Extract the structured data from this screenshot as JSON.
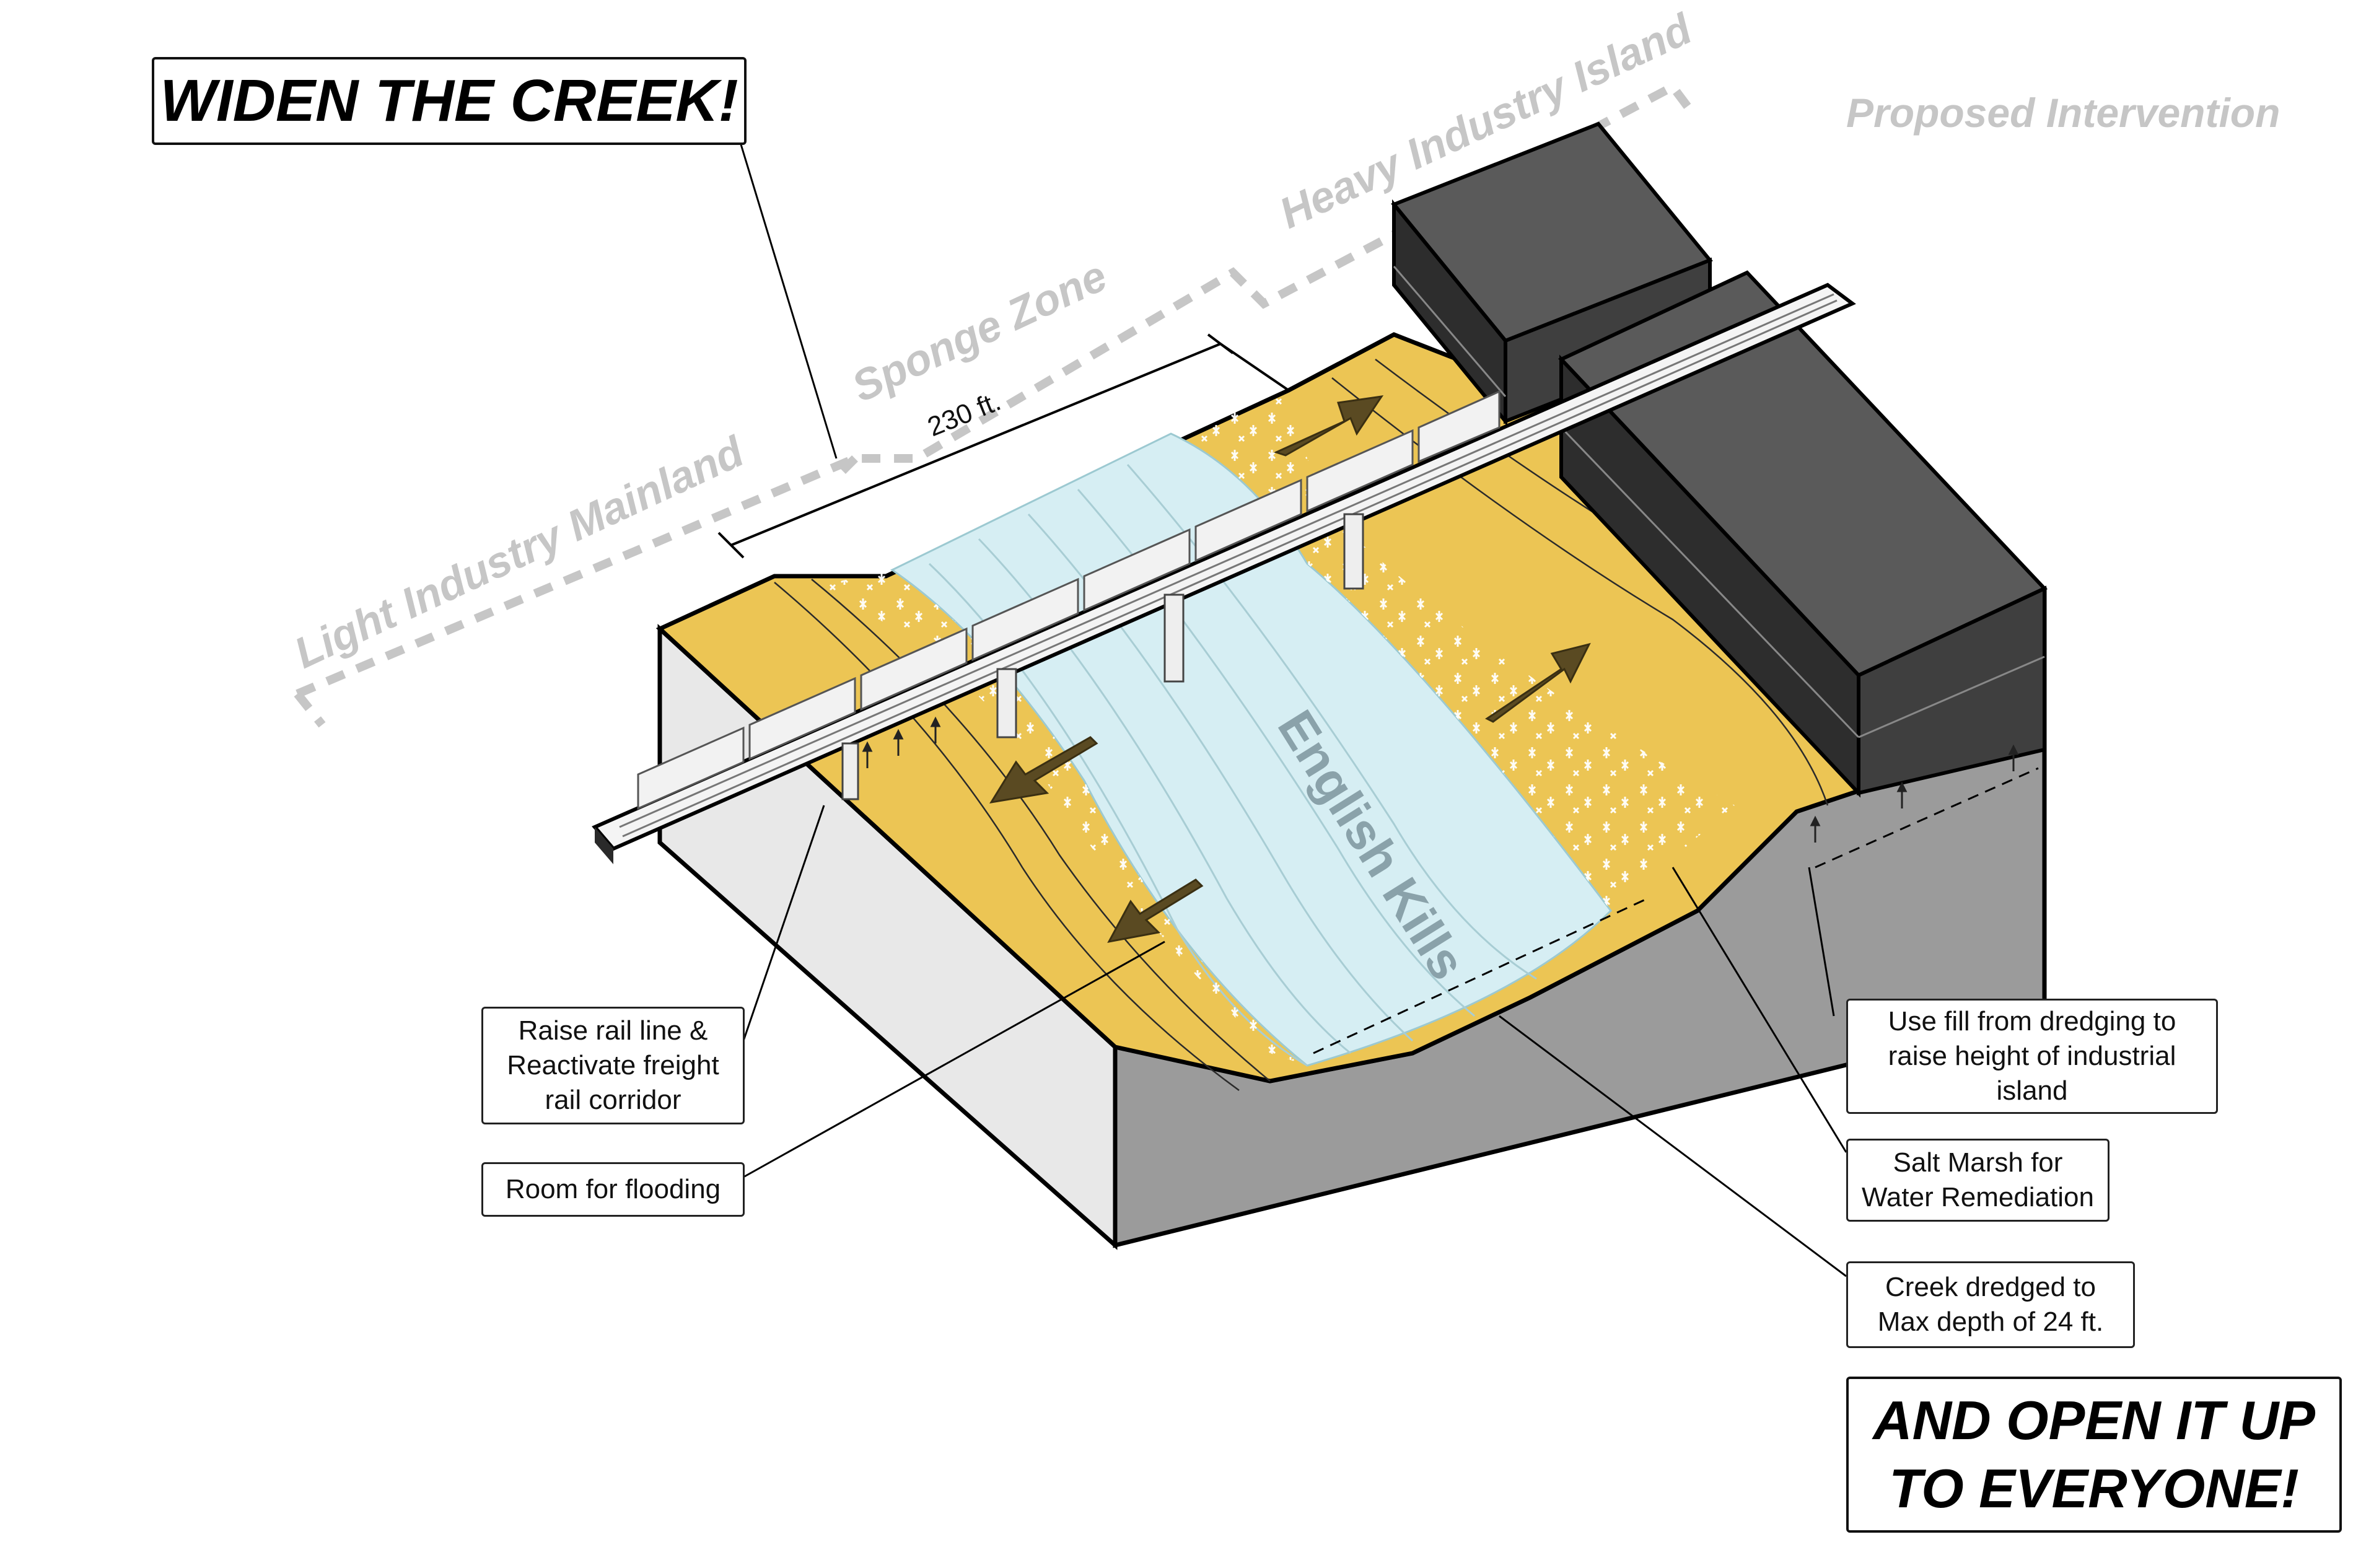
{
  "diagram": {
    "headline_top": "WIDEN THE CREEK!",
    "headline_bottom": "AND OPEN IT UP\nTO EVERYONE!",
    "proposed_label": "Proposed Intervention",
    "zones": {
      "mainland": "Light Industry Mainland",
      "sponge": "Sponge Zone",
      "island": "Heavy Industry Island"
    },
    "creek_name": "English Kills",
    "dimension": "230 ft.",
    "callouts": {
      "rail": "Raise rail line &\nReactivate freight\nrail corridor",
      "flooding": "Room for flooding",
      "fill": "Use fill from dredging to\nraise height of industrial\nisland",
      "marsh": "Salt Marsh for\nWater Remediation",
      "dredge": "Creek dredged to\nMax depth of 24 ft."
    },
    "colors": {
      "land": "#ecc554",
      "water": "#d6eef3",
      "water_section": "#7fb6be",
      "section": "#9b9b9b",
      "section_light": "#e6e6e6",
      "building": "#3d3d3d",
      "marsh": "#ffffff",
      "zone_line": "#c6c6c6"
    }
  }
}
